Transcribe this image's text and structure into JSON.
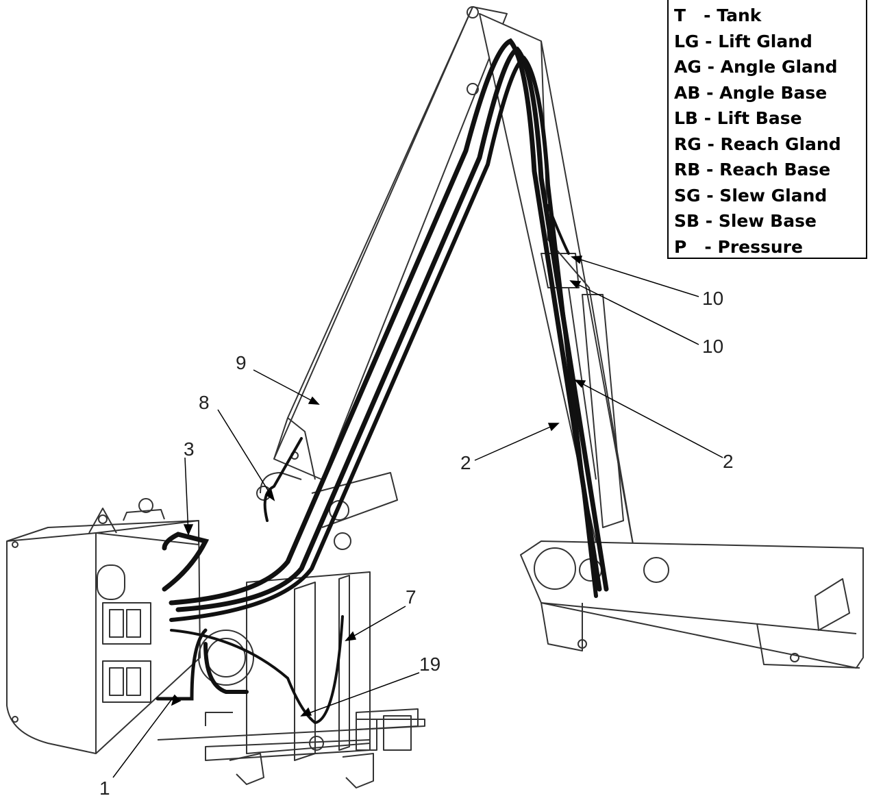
{
  "legend": {
    "items": [
      "T   - Tank",
      "LG - Lift Gland",
      "AG - Angle Gland",
      "AB - Angle Base",
      "LB - Lift Base",
      "RG - Reach Gland",
      "RB - Reach Base",
      "SG - Slew Gland",
      "SB - Slew Base",
      "P   - Pressure"
    ]
  },
  "callouts": {
    "c1": "1",
    "c2a": "2",
    "c2b": "2",
    "c3": "3",
    "c7": "7",
    "c8": "8",
    "c9": "9",
    "c10a": "10",
    "c10b": "10",
    "c19": "19"
  },
  "colors": {
    "hose": "#111111",
    "frame": "#333333"
  }
}
